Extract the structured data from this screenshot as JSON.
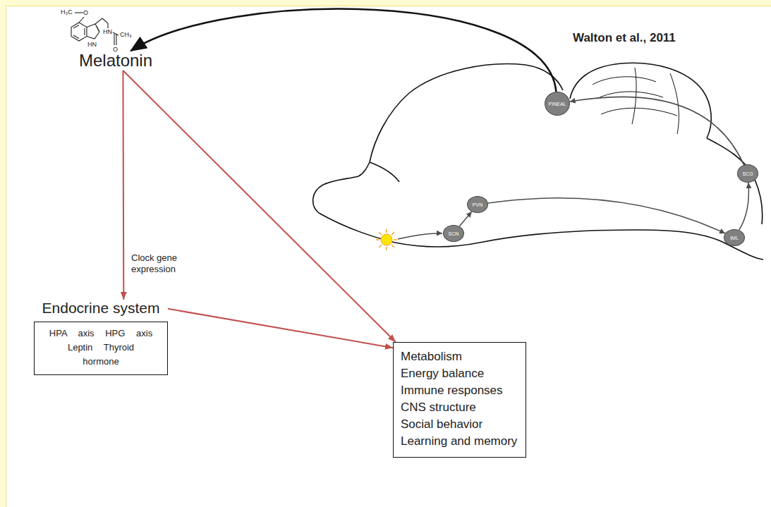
{
  "diagram": {
    "nodes": [
      {
        "text": [
          "Melatonin"
        ]
      },
      {
        "text": [
          "PINEAL"
        ]
      },
      {
        "text": [
          "SCN"
        ]
      },
      {
        "text": [
          "PVN"
        ]
      },
      {
        "text": [
          "IML"
        ]
      },
      {
        "text": [
          "SCG"
        ]
      },
      {
        "text": [
          "Endocrine system",
          "HPA axis HPG axis Leptin Thyroid hormone"
        ]
      },
      {
        "text": [
          "Metabolism",
          "Energy balance",
          "Immune responses",
          "CNS structure",
          "Social behavior",
          "Learning and memory"
        ]
      }
    ],
    "edges": [
      {
        "from": 2,
        "to": 3,
        "arrow": "to"
      },
      {
        "from": 3,
        "to": 4,
        "arrow": "to"
      },
      {
        "from": 4,
        "to": 5,
        "arrow": "to"
      },
      {
        "from": 5,
        "to": 1,
        "arrow": "to"
      },
      {
        "from": 1,
        "to": 0,
        "arrow": "to"
      },
      {
        "from": 0,
        "to": 6,
        "label": "Clock gene expression",
        "arrow": "to"
      },
      {
        "from": 0,
        "to": 7,
        "arrow": "to"
      },
      {
        "from": 6,
        "to": 7,
        "arrow": "to"
      }
    ],
    "labels": [
      "Walton et al., 2011",
      "H₃C",
      "O",
      "HN",
      "CH₃",
      "HN",
      "O"
    ]
  }
}
